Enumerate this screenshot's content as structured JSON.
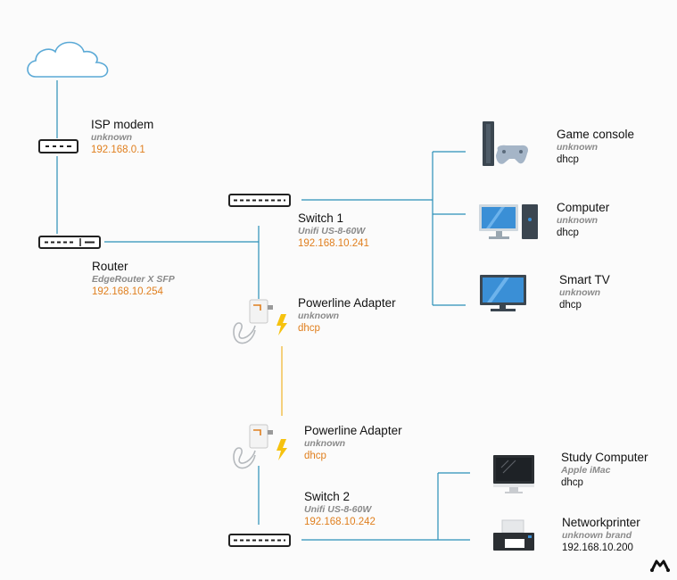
{
  "nodes": {
    "isp_modem": {
      "name": "ISP modem",
      "model": "unknown",
      "address": "192.168.0.1"
    },
    "router": {
      "name": "Router",
      "model": "EdgeRouter X SFP",
      "address": "192.168.10.254"
    },
    "switch1": {
      "name": "Switch 1",
      "model": "Unifi US-8-60W",
      "address": "192.168.10.241"
    },
    "powerline1": {
      "name": "Powerline Adapter",
      "model": "unknown",
      "address": "dhcp"
    },
    "powerline2": {
      "name": "Powerline Adapter",
      "model": "unknown",
      "address": "dhcp"
    },
    "switch2": {
      "name": "Switch 2",
      "model": "Unifi US-8-60W",
      "address": "192.168.10.242"
    },
    "game_console": {
      "name": "Game console",
      "model": "unknown",
      "address": "dhcp"
    },
    "computer": {
      "name": "Computer",
      "model": "unknown",
      "address": "dhcp"
    },
    "smart_tv": {
      "name": "Smart TV",
      "model": "unknown",
      "address": "dhcp"
    },
    "study_computer": {
      "name": "Study Computer",
      "model": "Apple iMac",
      "address": "dhcp"
    },
    "networkprinter": {
      "name": "Networkprinter",
      "model": "unknown brand",
      "address": "192.168.10.200"
    }
  },
  "colors": {
    "ethernet_link": "#2a8fb8",
    "powerline_link": "#f0b429",
    "ip_text": "#e07f1e",
    "cloud": "#5aa9d6",
    "device_dark": "#222222",
    "screen_blue": "#3a8fd6"
  },
  "icons": [
    "cloud-icon",
    "modem-icon",
    "router-icon",
    "switch-icon",
    "powerline-adapter-icon",
    "lightning-icon",
    "game-console-icon",
    "desktop-computer-icon",
    "tv-icon",
    "imac-icon",
    "printer-icon",
    "logo-icon"
  ]
}
